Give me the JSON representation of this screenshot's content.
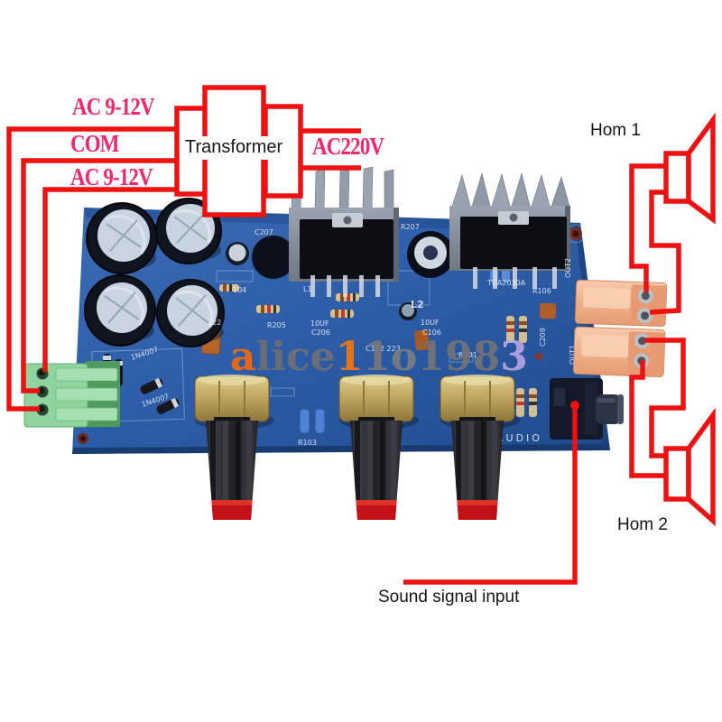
{
  "annotations": {
    "ac_top": "AC 9-12V",
    "com": "COM",
    "ac_bottom": "AC 9-12V",
    "transformer": "Transformer",
    "mains": "AC220V",
    "horn1": "Hom 1",
    "horn2": "Hom 2",
    "sound_input": "Sound signal input"
  },
  "watermark": {
    "text": "alice11o1983",
    "letters": [
      {
        "ch": "a",
        "color": "#ef6a0d"
      },
      {
        "ch": "l",
        "color": "#6f6f73"
      },
      {
        "ch": "i",
        "color": "#6f6f73"
      },
      {
        "ch": "c",
        "color": "#707074"
      },
      {
        "ch": "e",
        "color": "#707074"
      },
      {
        "ch": "1",
        "color": "#f0780f"
      },
      {
        "ch": "1",
        "color": "#77777b"
      },
      {
        "ch": "o",
        "color": "#7b7c82"
      },
      {
        "ch": "1",
        "color": "#737377"
      },
      {
        "ch": "9",
        "color": "#737377"
      },
      {
        "ch": "8",
        "color": "#737377"
      },
      {
        "ch": "3",
        "color": "#b3a3e4"
      }
    ]
  },
  "silkscreen": {
    "c207": "C207",
    "cap104": "104",
    "r205": "R205",
    "c206a": "10UF",
    "c206b": "C206",
    "l1": "L1",
    "r207": "R207",
    "l2": "L2",
    "c106a": "10UF",
    "c106b": "C106",
    "tda": "TDA2030A",
    "r106": "R106",
    "r103": "R103",
    "audio": "AUDIO",
    "out1": "OUT1",
    "out2": "OUT2",
    "d1": "1N4007",
    "d2": "1N4007",
    "c209": "C209",
    "c102": "C102 223",
    "r201": "R201",
    "f222": "222"
  },
  "colors": {
    "annotation_red": "#ee1111",
    "label_pink": "#f5246e",
    "label_black": "#151515",
    "board_blue": "#2e5ea9",
    "watermark_orange": "#f0780f",
    "watermark_gray": "#74747a",
    "watermark_purple": "#b3a3e4"
  }
}
